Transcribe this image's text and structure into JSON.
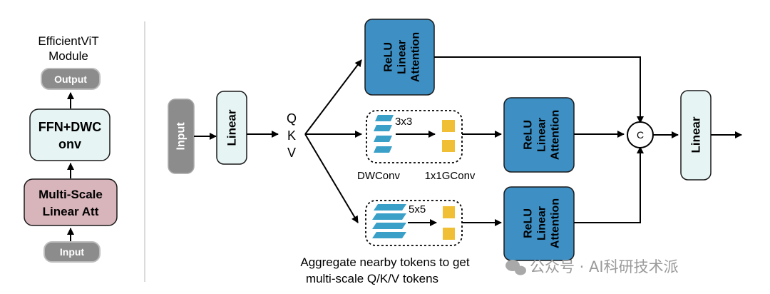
{
  "left_module": {
    "title_line1": "EfficientViT",
    "title_line2": "Module",
    "output": "Output",
    "ffn_line1": "FFN+DWC",
    "ffn_line2": "onv",
    "msla_line1": "Multi-Scale",
    "msla_line2": "Linear Att",
    "input": "Input"
  },
  "main": {
    "input": "Input",
    "linear_in": "Linear",
    "qkv": [
      "Q",
      "K",
      "V"
    ],
    "attn_lines": [
      "ReLU",
      "Linear",
      "Attention"
    ],
    "kernel_3": "3x3",
    "kernel_5": "5x5",
    "dwconv": "DWConv",
    "gconv": "1x1GConv",
    "concat": "C",
    "linear_out": "Linear",
    "caption_line1": "Aggregate nearby tokens to get",
    "caption_line2": "multi-scale Q/K/V tokens"
  },
  "watermark": "公众号 · AI科研技术派",
  "colors": {
    "attention_fill": "#3d8fc4",
    "linear_fill": "#e6f4f4",
    "msla_fill": "#d8b4bb",
    "gray_box": "#8c8c8c",
    "token_blue": "#3aa0c8",
    "token_yellow": "#f0bf35"
  }
}
